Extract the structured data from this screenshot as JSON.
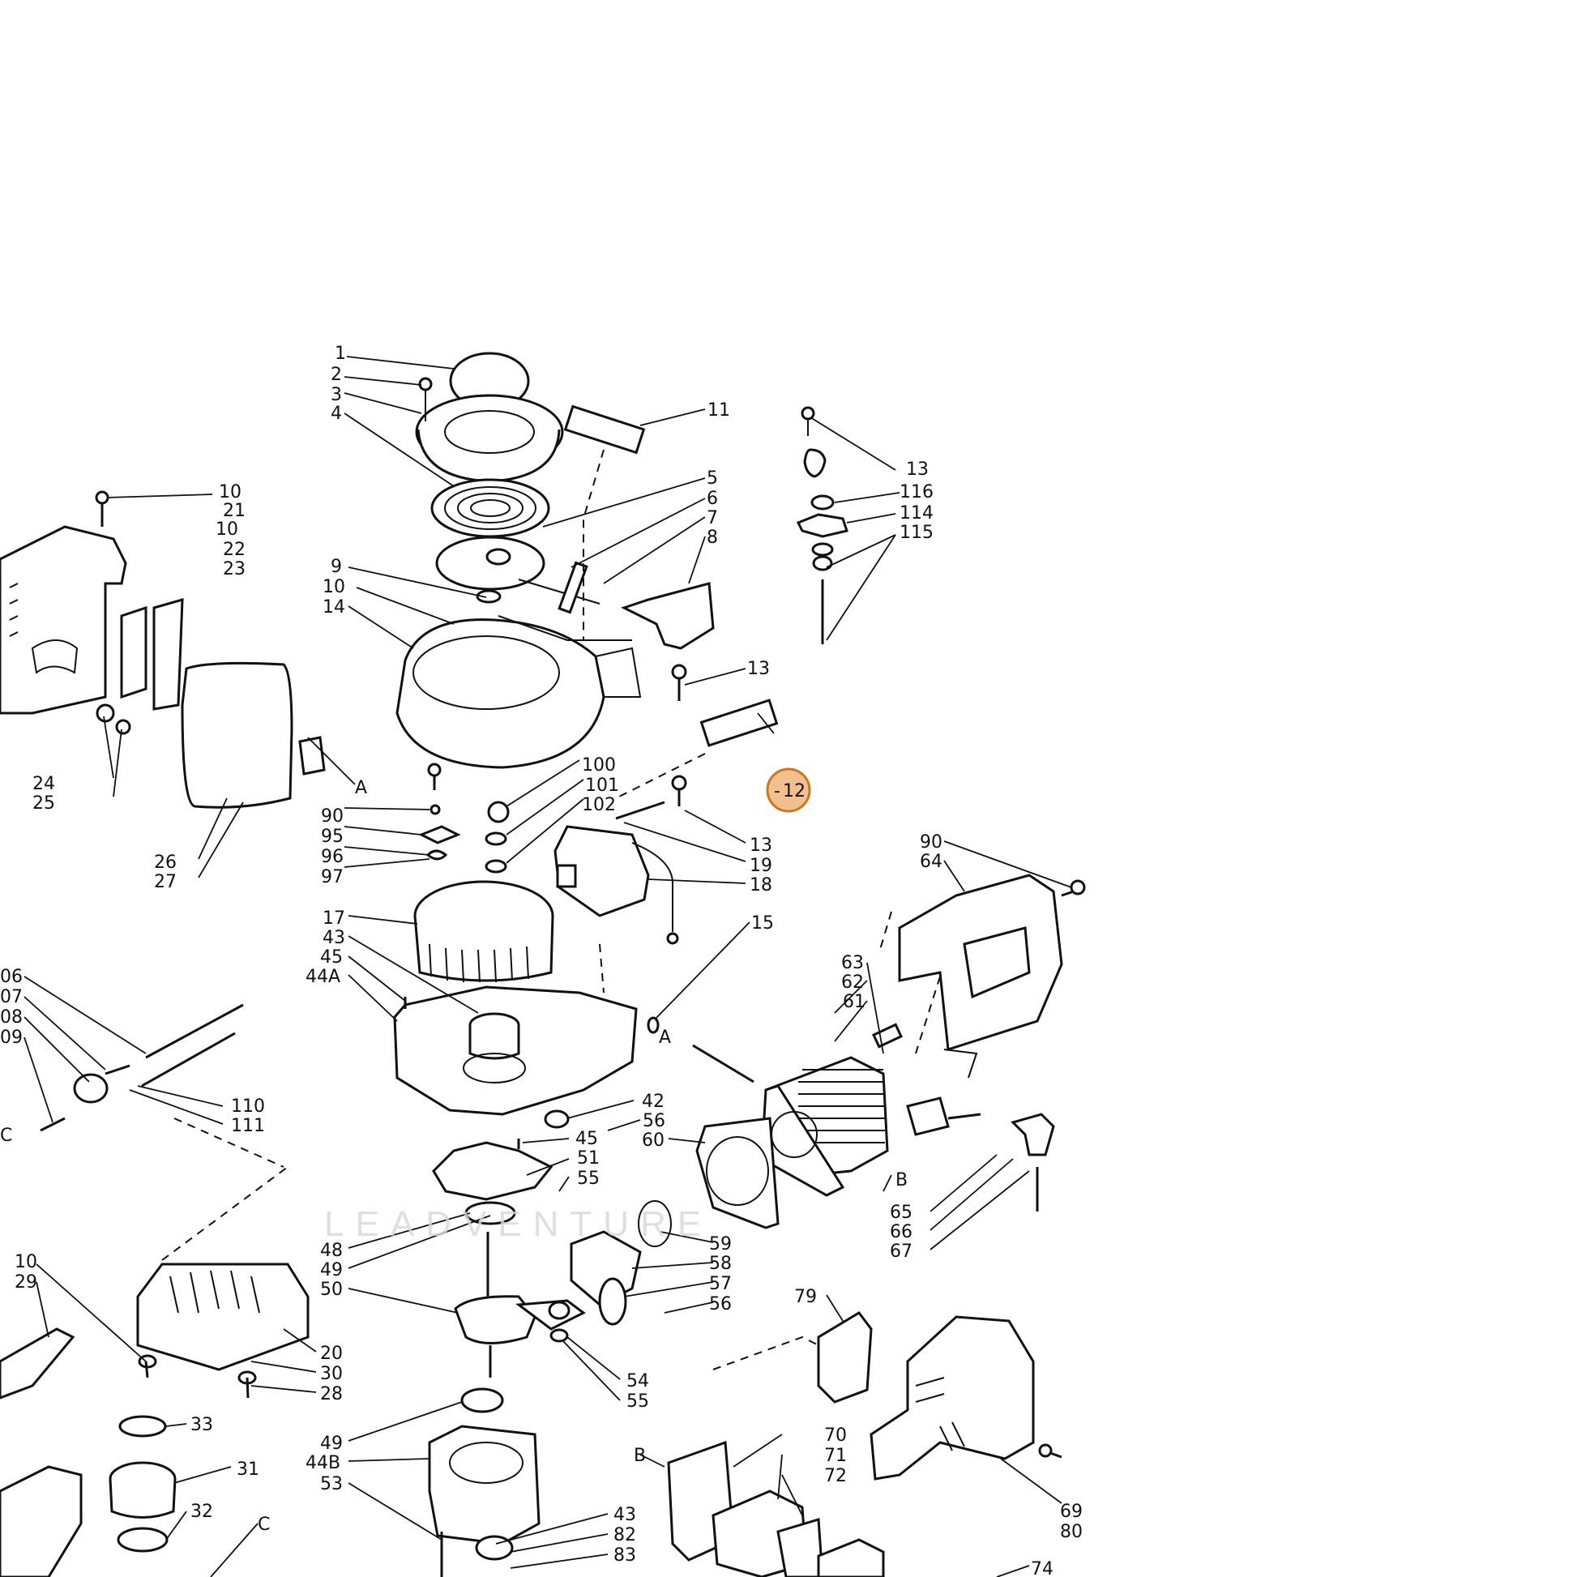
{
  "diagram": {
    "watermark": "LEADVENTURE",
    "highlight": {
      "label": "12",
      "prefix": "-",
      "fill": "#f0b47a",
      "stroke": "#c9781f"
    },
    "callouts": [
      {
        "id": "c1",
        "t": "1"
      },
      {
        "id": "c2",
        "t": "2"
      },
      {
        "id": "c3",
        "t": "3"
      },
      {
        "id": "c4",
        "t": "4"
      },
      {
        "id": "c11",
        "t": "11"
      },
      {
        "id": "c5",
        "t": "5"
      },
      {
        "id": "c6",
        "t": "6"
      },
      {
        "id": "c7",
        "t": "7"
      },
      {
        "id": "c8",
        "t": "8"
      },
      {
        "id": "c9",
        "t": "9"
      },
      {
        "id": "c10a",
        "t": "10"
      },
      {
        "id": "c14",
        "t": "14"
      },
      {
        "id": "c13a",
        "t": "13"
      },
      {
        "id": "c116",
        "t": "116"
      },
      {
        "id": "c114",
        "t": "114"
      },
      {
        "id": "c115",
        "t": "115"
      },
      {
        "id": "c13b",
        "t": "13"
      },
      {
        "id": "c10b",
        "t": "10"
      },
      {
        "id": "c21",
        "t": "21"
      },
      {
        "id": "c10c",
        "t": "10"
      },
      {
        "id": "c22",
        "t": "22"
      },
      {
        "id": "c23",
        "t": "23"
      },
      {
        "id": "c24",
        "t": "24"
      },
      {
        "id": "c25",
        "t": "25"
      },
      {
        "id": "c26",
        "t": "26"
      },
      {
        "id": "c27",
        "t": "27"
      },
      {
        "id": "cA1",
        "t": "A"
      },
      {
        "id": "c100",
        "t": "100"
      },
      {
        "id": "c101",
        "t": "101"
      },
      {
        "id": "c102",
        "t": "102"
      },
      {
        "id": "c90a",
        "t": "90"
      },
      {
        "id": "c95",
        "t": "95"
      },
      {
        "id": "c96",
        "t": "96"
      },
      {
        "id": "c97",
        "t": "97"
      },
      {
        "id": "c13c",
        "t": "13"
      },
      {
        "id": "c19",
        "t": "19"
      },
      {
        "id": "c18",
        "t": "18"
      },
      {
        "id": "c90b",
        "t": "90"
      },
      {
        "id": "c64",
        "t": "64"
      },
      {
        "id": "c17",
        "t": "17"
      },
      {
        "id": "c43a",
        "t": "43"
      },
      {
        "id": "c45a",
        "t": "45"
      },
      {
        "id": "c44A",
        "t": "44A"
      },
      {
        "id": "c15",
        "t": "15"
      },
      {
        "id": "c06",
        "t": "06"
      },
      {
        "id": "c07",
        "t": "07"
      },
      {
        "id": "c08",
        "t": "08"
      },
      {
        "id": "c09",
        "t": "09"
      },
      {
        "id": "c110",
        "t": "110"
      },
      {
        "id": "c111",
        "t": "111"
      },
      {
        "id": "cC1",
        "t": "C"
      },
      {
        "id": "c63",
        "t": "63"
      },
      {
        "id": "c62",
        "t": "62"
      },
      {
        "id": "c61",
        "t": "61"
      },
      {
        "id": "cA2",
        "t": "A"
      },
      {
        "id": "c42",
        "t": "42"
      },
      {
        "id": "c56a",
        "t": "56"
      },
      {
        "id": "c60",
        "t": "60"
      },
      {
        "id": "c45b",
        "t": "45"
      },
      {
        "id": "c51",
        "t": "51"
      },
      {
        "id": "c55a",
        "t": "55"
      },
      {
        "id": "cB1",
        "t": "B"
      },
      {
        "id": "c65",
        "t": "65"
      },
      {
        "id": "c66",
        "t": "66"
      },
      {
        "id": "c67",
        "t": "67"
      },
      {
        "id": "c48",
        "t": "48"
      },
      {
        "id": "c49a",
        "t": "49"
      },
      {
        "id": "c50",
        "t": "50"
      },
      {
        "id": "c59",
        "t": "59"
      },
      {
        "id": "c58",
        "t": "58"
      },
      {
        "id": "c57",
        "t": "57"
      },
      {
        "id": "c56b",
        "t": "56"
      },
      {
        "id": "c10d",
        "t": "10"
      },
      {
        "id": "c29",
        "t": "29"
      },
      {
        "id": "c20",
        "t": "20"
      },
      {
        "id": "c30",
        "t": "30"
      },
      {
        "id": "c28",
        "t": "28"
      },
      {
        "id": "c79",
        "t": "79"
      },
      {
        "id": "c54",
        "t": "54"
      },
      {
        "id": "c55b",
        "t": "55"
      },
      {
        "id": "c33",
        "t": "33"
      },
      {
        "id": "c31",
        "t": "31"
      },
      {
        "id": "c32",
        "t": "32"
      },
      {
        "id": "c49b",
        "t": "49"
      },
      {
        "id": "c44B",
        "t": "44B"
      },
      {
        "id": "c53",
        "t": "53"
      },
      {
        "id": "c70",
        "t": "70"
      },
      {
        "id": "c71",
        "t": "71"
      },
      {
        "id": "c72",
        "t": "72"
      },
      {
        "id": "cB2",
        "t": "B"
      },
      {
        "id": "cC2",
        "t": "C"
      },
      {
        "id": "c43b",
        "t": "43"
      },
      {
        "id": "c82",
        "t": "82"
      },
      {
        "id": "c83",
        "t": "83"
      },
      {
        "id": "c69",
        "t": "69"
      },
      {
        "id": "c80",
        "t": "80"
      },
      {
        "id": "c74",
        "t": "74"
      }
    ]
  }
}
